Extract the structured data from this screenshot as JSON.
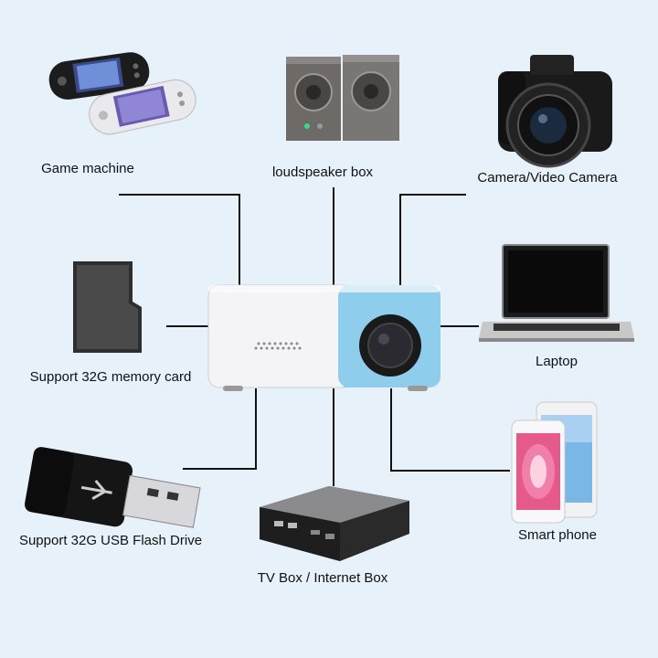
{
  "labels": {
    "game_machine": "Game machine",
    "loudspeaker_box": "loudspeaker box",
    "camera": "Camera/Video Camera",
    "memory_card": "Support 32G memory card",
    "laptop": "Laptop",
    "usb_drive": "Support 32G USB Flash Drive",
    "smart_phone": "Smart phone",
    "tv_box": "TV Box / Internet Box"
  },
  "colors": {
    "background": "#e6f1f9",
    "projector_blue": "#8fcdec",
    "projector_white": "#f4f4f6",
    "line": "#111111"
  }
}
